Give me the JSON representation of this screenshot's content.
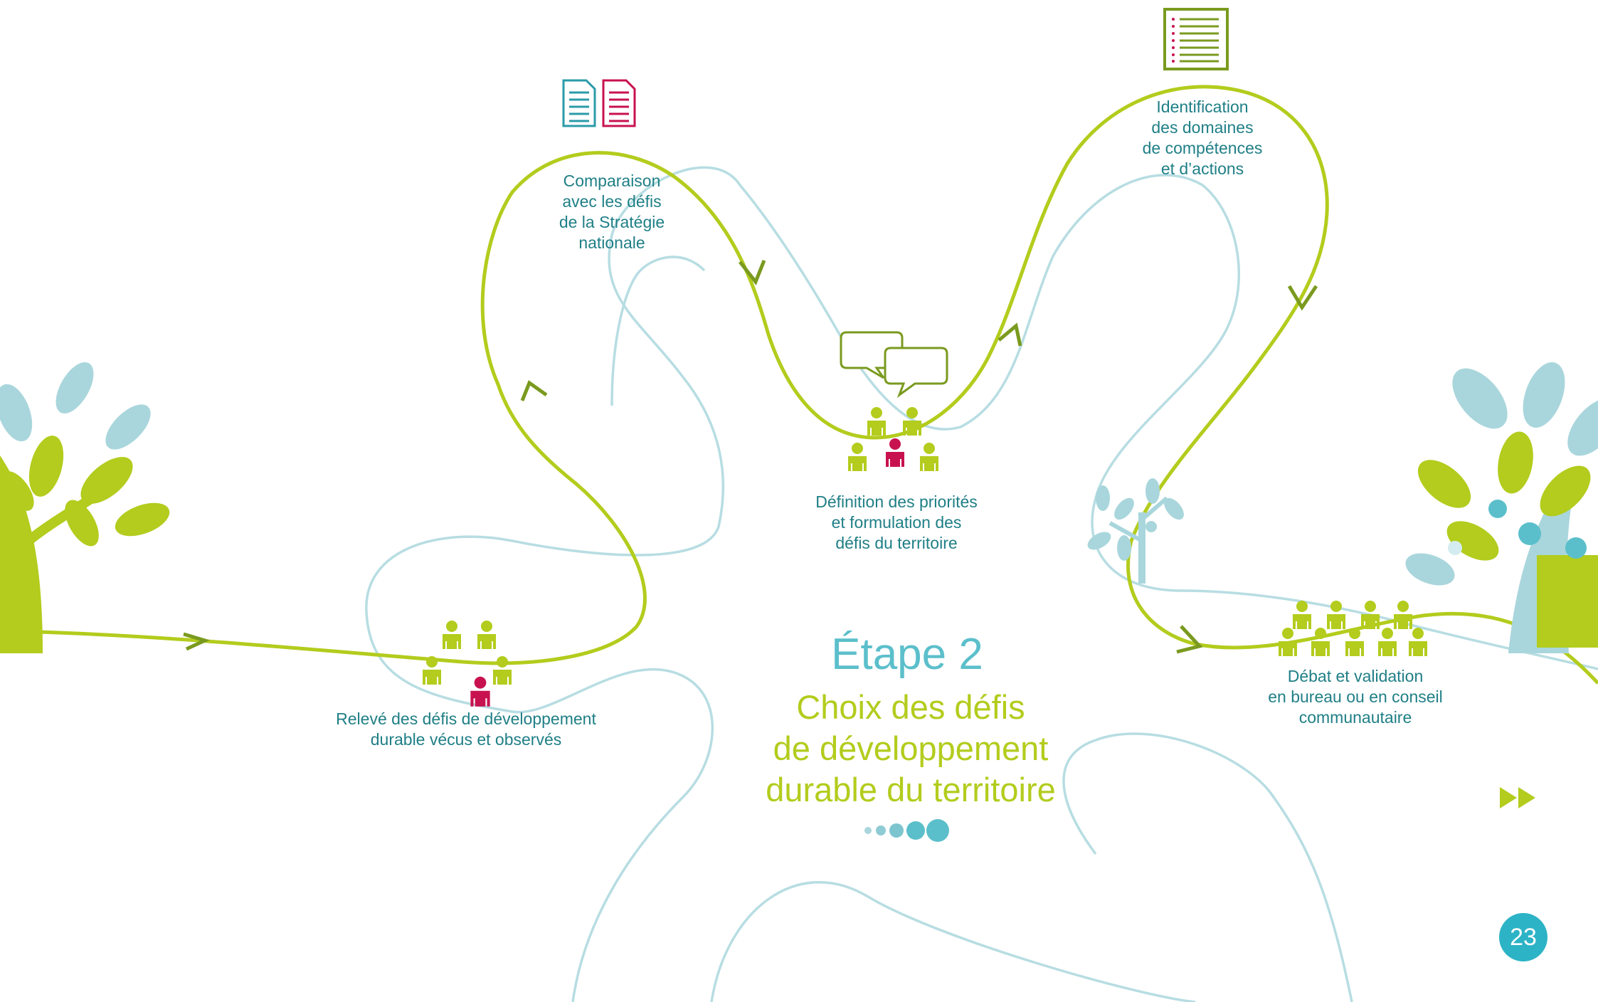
{
  "labels": {
    "releve": [
      "Relevé des défis de développement",
      "durable vécus et observés"
    ],
    "comparaison": [
      "Comparaison",
      "avec les défis",
      "de la Stratégie",
      "nationale"
    ],
    "definition": [
      "Définition des priorités",
      "et formulation des",
      "défis du territoire"
    ],
    "identification": [
      "Identification",
      "des domaines",
      "de compétences",
      "et d’actions"
    ],
    "debat": [
      "Débat et validation",
      "en bureau ou en conseil",
      "communautaire"
    ]
  },
  "title": {
    "step": "Étape 2",
    "lines": [
      "Choix des défis",
      "de développement",
      "durable du territoire"
    ]
  },
  "page_number": "23",
  "icons": {
    "documents": "two-documents-icon",
    "checklist": "checklist-icon",
    "speech": "speech-bubbles-icon",
    "group": "people-group-icon",
    "next": "fast-forward-icon"
  },
  "colors": {
    "lime": "#b3cc1d",
    "dark_green": "#7a9a1f",
    "teal_text": "#1f7f86",
    "light_blue": "#a9d6dc",
    "magenta": "#c8124f",
    "cyan": "#2cb3c6"
  }
}
